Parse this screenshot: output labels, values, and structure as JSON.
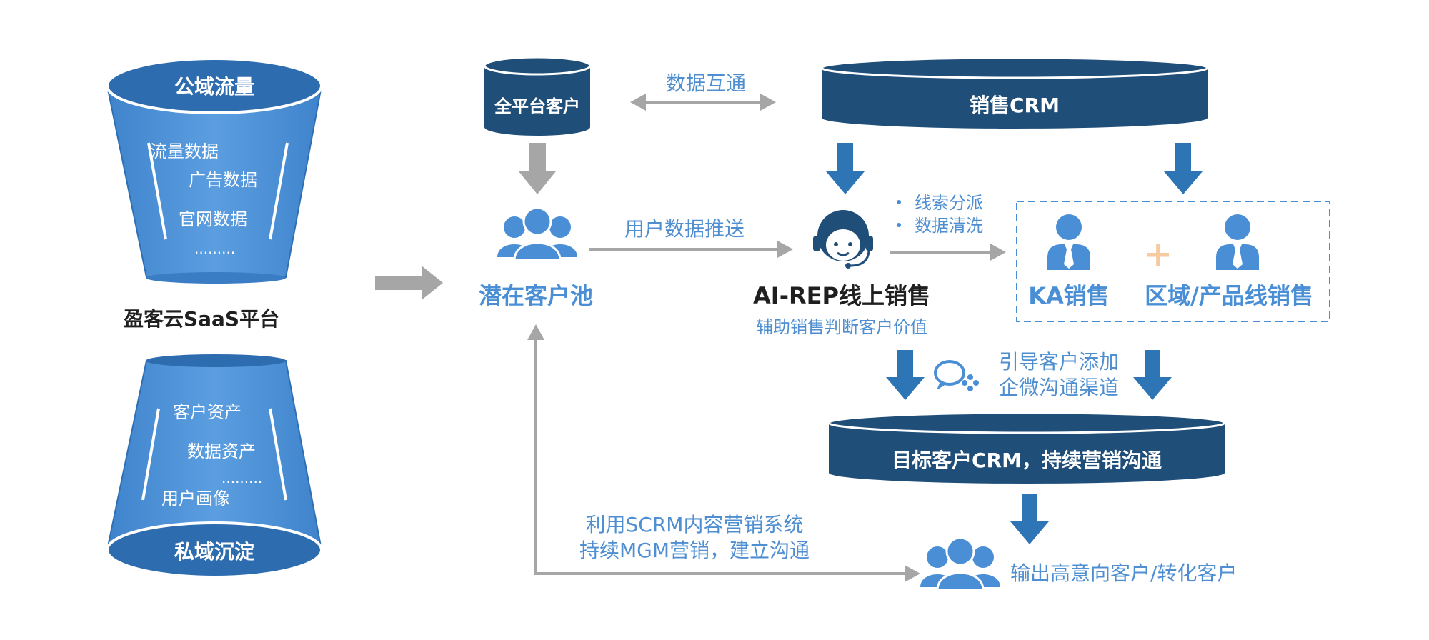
{
  "funnel_top": {
    "title": "公域流量",
    "items": [
      "流量数据",
      "广告数据",
      "官网数据",
      "........."
    ]
  },
  "platform_label": "盈客云SaaS平台",
  "funnel_bottom": {
    "title": "私域沉淀",
    "items": [
      "客户资产",
      "数据资产",
      ".........",
      "用户画像"
    ]
  },
  "all_platform_customers": "全平台客户",
  "data_interop": "数据互通",
  "sales_crm": "销售CRM",
  "potential_pool": "潜在客户池",
  "user_data_push": "用户数据推送",
  "ai_rep": {
    "title": "AI-REP线上销售",
    "subtitle": "辅助销售判断客户价值"
  },
  "bullets": [
    "线索分派",
    "数据清洗"
  ],
  "ka_sales": "KA销售",
  "plus": "+",
  "region_sales": "区域/产品线销售",
  "guide": {
    "line1": "引导客户添加",
    "line2": "企微沟通渠道"
  },
  "target_crm": "目标客户CRM，持续营销沟通",
  "scrm": {
    "line1": "利用SCRM内容营销系统",
    "line2": "持续MGM营销，建立沟通"
  },
  "output": "输出高意向客户/转化客户",
  "colors": {
    "funnel_blue": "#4a8fd6",
    "navy": "#1f4e79",
    "text_blue": "#4a8fd6",
    "arrow_gray": "#a6a6a6",
    "arrow_blue": "#2e75b6",
    "plus_orange": "#f7caa0"
  }
}
